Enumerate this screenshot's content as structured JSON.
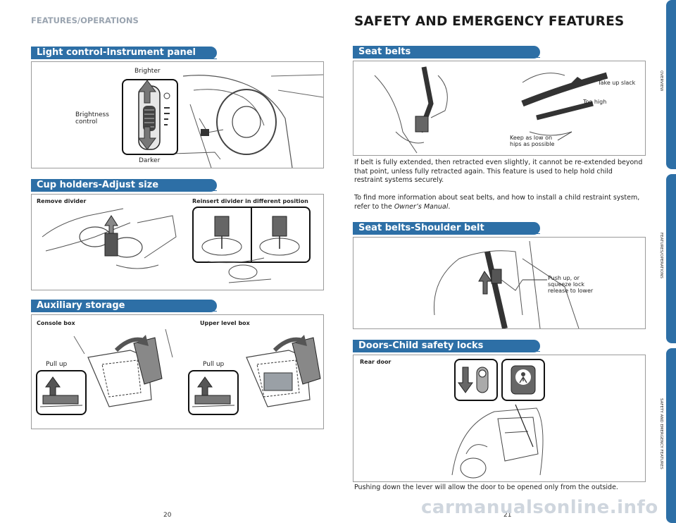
{
  "header": {
    "left_title": "FEATURES/OPERATIONS",
    "right_title": "SAFETY AND EMERGENCY FEATURES"
  },
  "left": {
    "light_control": {
      "title": "Light control-Instrument panel",
      "brighter": "Brighter",
      "brightness_control": [
        "Brightness",
        "control"
      ],
      "darker": "Darker"
    },
    "cup_holders": {
      "title": "Cup holders-Adjust size",
      "remove_divider": "Remove divider",
      "reinsert_divider": "Reinsert divider in different position"
    },
    "aux_storage": {
      "title": "Auxiliary storage",
      "console_box": "Console box",
      "upper_level_box": "Upper level box",
      "pull_up_1": "Pull up",
      "pull_up_2": "Pull up"
    },
    "page_number": "20"
  },
  "right": {
    "seat_belts": {
      "title": "Seat belts",
      "take_up_slack": "Take up slack",
      "too_high": "Too high",
      "keep_low": [
        "Keep as low on",
        "hips as possible"
      ],
      "para1": "If belt is fully extended, then retracted even slightly, it cannot be re-extended beyond that point, unless fully retracted again. This feature is used to help hold child restraint systems securely.",
      "para2_prefix": "To find more information about seat belts, and how to install a child restraint system, refer to the ",
      "para2_italic": "Owner’s Manual",
      "para2_suffix": "."
    },
    "shoulder_belt": {
      "title": "Seat belts-Shoulder belt adjustment",
      "callout": [
        "Push up, or",
        "squeeze lock",
        "release to lower"
      ]
    },
    "child_locks": {
      "title": "Doors-Child safety locks",
      "rear_door": "Rear door",
      "caption": "Pushing down the lever will allow the door to be opened only from the outside."
    },
    "page_number": "21"
  },
  "side_tabs": [
    "OVERVIEW",
    "FEATURES/OPERATIONS",
    "SAFETY AND EMERGENCY FEATURES"
  ],
  "watermark": "carmanualsonline.info",
  "colors": {
    "accent": "#2d6fa6",
    "panel_border": "#9a9a9a",
    "watermark": "#cfd6de"
  },
  "icons": [
    "brightness-dial-icon",
    "arrow-up-icon",
    "arrow-down-icon",
    "seat-belt-icon",
    "child-lock-icon"
  ]
}
